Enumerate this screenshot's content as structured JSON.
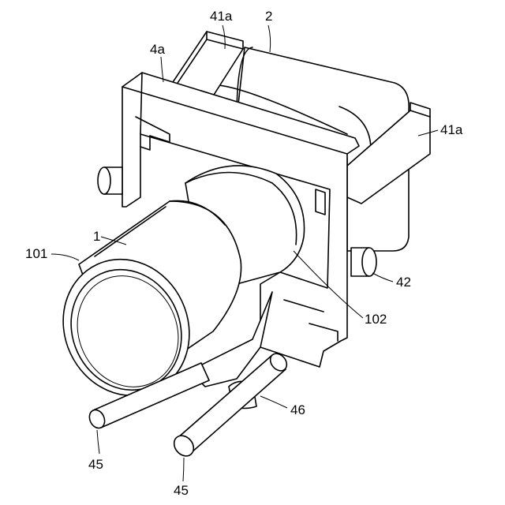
{
  "labels": {
    "l41a_top": "41a",
    "l2": "2",
    "l4a": "4a",
    "l41a_right": "41a",
    "l1": "1",
    "l101": "101",
    "l42": "42",
    "l102": "102",
    "l46": "46",
    "l45_left": "45",
    "l45_right": "45"
  }
}
